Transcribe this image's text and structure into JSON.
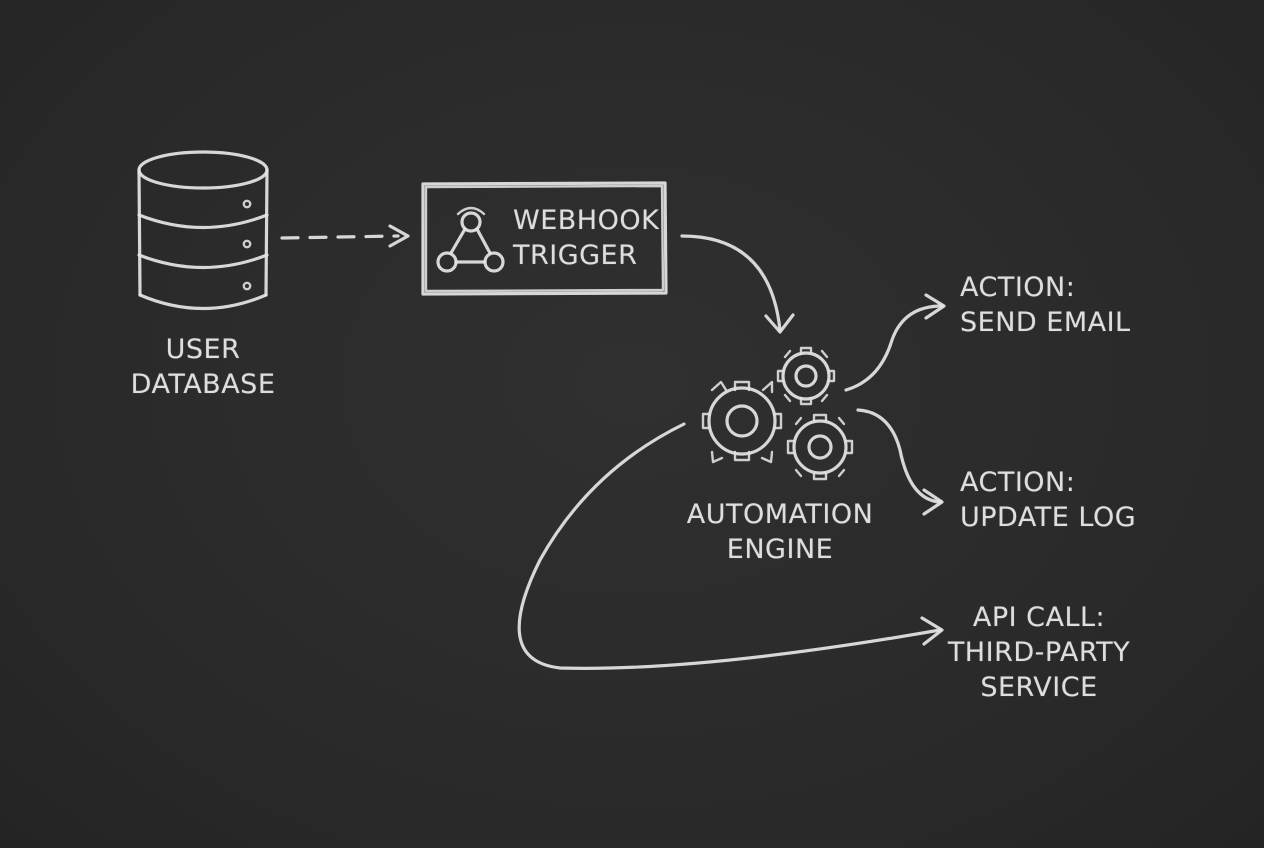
{
  "colors": {
    "background": "#2b2b2b",
    "chalk": "#e6e6e6"
  },
  "nodes": {
    "database": {
      "icon": "database-icon",
      "line1": "USER",
      "line2": "DATABASE"
    },
    "webhook": {
      "icon": "webhook-icon",
      "line1": "WEBHOOK",
      "line2": "TRIGGER"
    },
    "engine": {
      "icon": "gears-icon",
      "line1": "AUTOMATION",
      "line2": "ENGINE"
    },
    "send_email": {
      "line1": "ACTION:",
      "line2": "SEND EMAIL"
    },
    "update_log": {
      "line1": "ACTION:",
      "line2": "UPDATE LOG"
    },
    "api_call": {
      "line1": "API CALL:",
      "line2": "THIRD-PARTY",
      "line3": "SERVICE"
    }
  },
  "edges": [
    {
      "from": "database",
      "to": "webhook",
      "style": "dashed"
    },
    {
      "from": "webhook",
      "to": "engine",
      "style": "solid"
    },
    {
      "from": "engine",
      "to": "send_email",
      "style": "solid"
    },
    {
      "from": "engine",
      "to": "update_log",
      "style": "solid"
    },
    {
      "from": "engine",
      "to": "api_call",
      "style": "solid"
    }
  ]
}
